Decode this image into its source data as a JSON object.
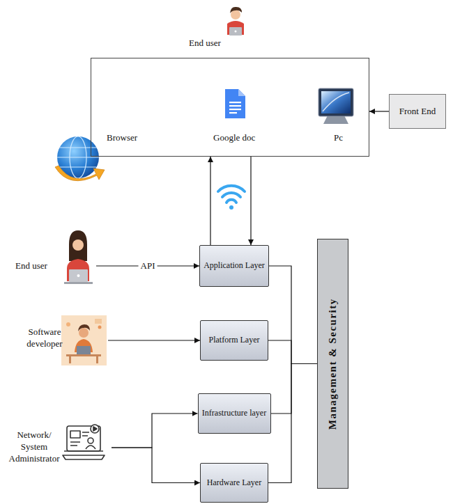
{
  "diagram": {
    "nodes": [
      {
        "text": [
          "End user"
        ]
      },
      {
        "text": [
          "Browser",
          "Google doc",
          "Pc"
        ]
      },
      {
        "text": [
          "Front End"
        ]
      },
      {
        "text": [
          "End user"
        ]
      },
      {
        "text": [
          "Application Layer"
        ]
      },
      {
        "text": [
          "Software developer"
        ]
      },
      {
        "text": [
          "Platform Layer"
        ]
      },
      {
        "text": [
          "Management & Security"
        ]
      },
      {
        "text": [
          "Network/ System Administrator"
        ]
      },
      {
        "text": [
          "Infrastructure layer"
        ]
      },
      {
        "text": [
          "Hardware Layer"
        ]
      }
    ],
    "edges": [
      {
        "from": 2,
        "to": 1,
        "arrow": "to"
      },
      {
        "from": 4,
        "to": 1,
        "arrow": "to"
      },
      {
        "from": 1,
        "to": 4,
        "arrow": "to"
      },
      {
        "from": 3,
        "to": 4,
        "label": "API",
        "arrow": "to"
      },
      {
        "from": 5,
        "to": 6,
        "arrow": "to"
      },
      {
        "from": 8,
        "to": 9,
        "arrow": "to"
      },
      {
        "from": 8,
        "to": 10,
        "arrow": "to"
      },
      {
        "from": 4,
        "to": 7,
        "arrow": "none"
      },
      {
        "from": 6,
        "to": 7,
        "arrow": "none"
      },
      {
        "from": 9,
        "to": 7,
        "arrow": "none"
      },
      {
        "from": 10,
        "to": 7,
        "arrow": "none"
      }
    ]
  }
}
